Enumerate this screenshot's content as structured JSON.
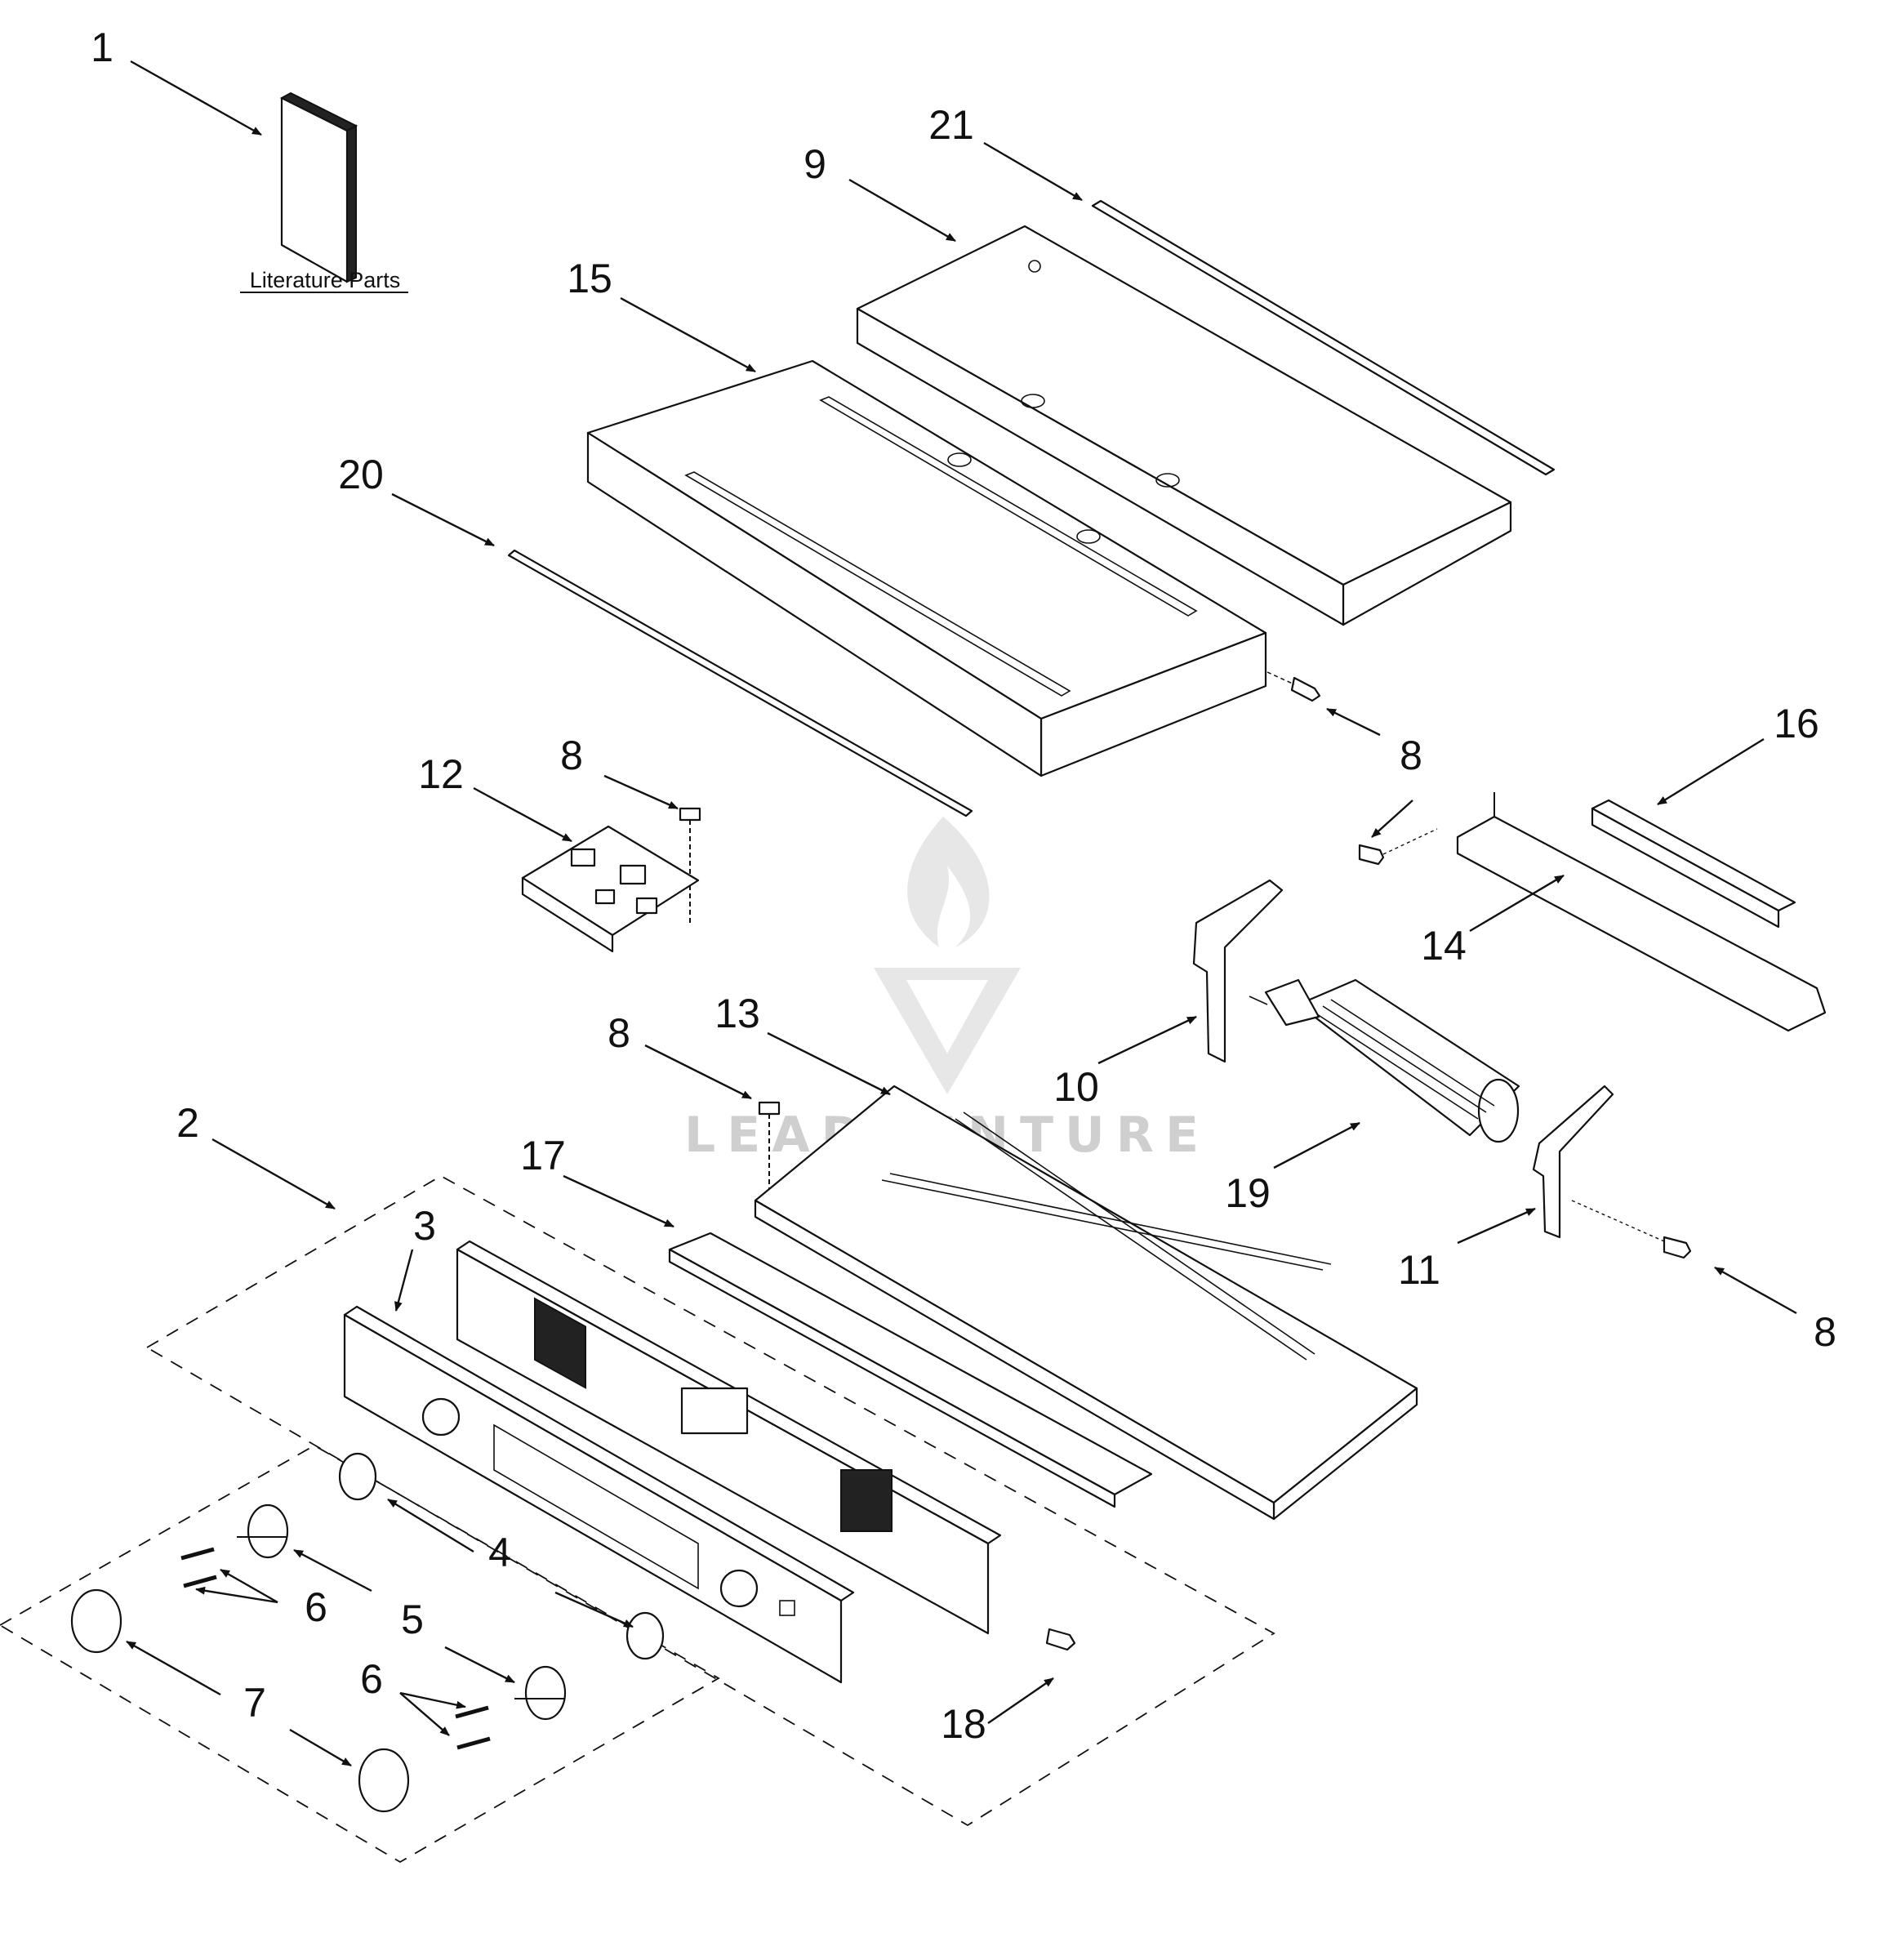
{
  "diagram": {
    "literature_label": "Literature Parts",
    "watermark_text": "LEADVENTURE",
    "callouts": [
      "1",
      "21",
      "9",
      "15",
      "20",
      "8",
      "12",
      "8",
      "16",
      "14",
      "10",
      "13",
      "8",
      "2",
      "17",
      "19",
      "11",
      "8",
      "3",
      "4",
      "5",
      "6",
      "6",
      "7",
      "18"
    ]
  }
}
